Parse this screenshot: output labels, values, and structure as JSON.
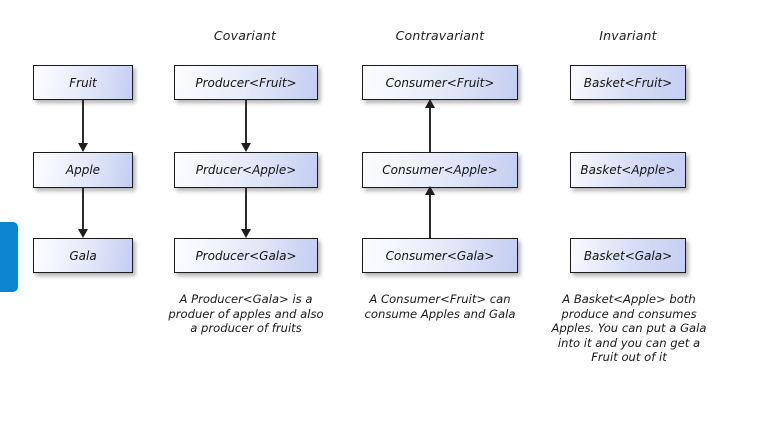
{
  "slide": {
    "background_color": "#ffffff",
    "accent_color": "#0c85ce",
    "node_border_color": "#1b1b1b",
    "node_fill_light": "#fdfdff",
    "node_fill_blue": "#c2cdf0",
    "arrow_color": "#1e1e1e"
  },
  "side_tab": {
    "name": "left-accent-tab",
    "color": "#0c85ce"
  },
  "columns": [
    {
      "id": "plain",
      "header": "",
      "nodes": [
        {
          "id": "fruit",
          "label": "Fruit"
        },
        {
          "id": "apple",
          "label": "Apple"
        },
        {
          "id": "gala",
          "label": "Gala"
        }
      ],
      "arrow_direction": "down",
      "caption": ""
    },
    {
      "id": "covariant",
      "header": "Covariant",
      "nodes": [
        {
          "id": "producer-fruit",
          "label": "Producer<Fruit>"
        },
        {
          "id": "producer-apple",
          "label": "Prducer<Apple>"
        },
        {
          "id": "producer-gala",
          "label": "Producer<Gala>"
        }
      ],
      "arrow_direction": "down",
      "caption": "A Producer<Gala> is a produer of apples and also a producer of fruits"
    },
    {
      "id": "contravariant",
      "header": "Contravariant",
      "nodes": [
        {
          "id": "consumer-fruit",
          "label": "Consumer<Fruit>"
        },
        {
          "id": "consumer-apple",
          "label": "Consumer<Apple>"
        },
        {
          "id": "consumer-gala",
          "label": "Consumer<Gala>"
        }
      ],
      "arrow_direction": "up",
      "caption": "A Consumer<Fruit> can consume Apples and Gala"
    },
    {
      "id": "invariant",
      "header": "Invariant",
      "nodes": [
        {
          "id": "basket-fruit",
          "label": "Basket<Fruit>"
        },
        {
          "id": "basket-apple",
          "label": "Basket<Apple>"
        },
        {
          "id": "basket-gala",
          "label": "Basket<Gala>"
        }
      ],
      "arrow_direction": "none",
      "caption": "A Basket<Apple> both produce and consumes Apples. You can put a Gala into it and you can get a Fruit out of it"
    }
  ]
}
